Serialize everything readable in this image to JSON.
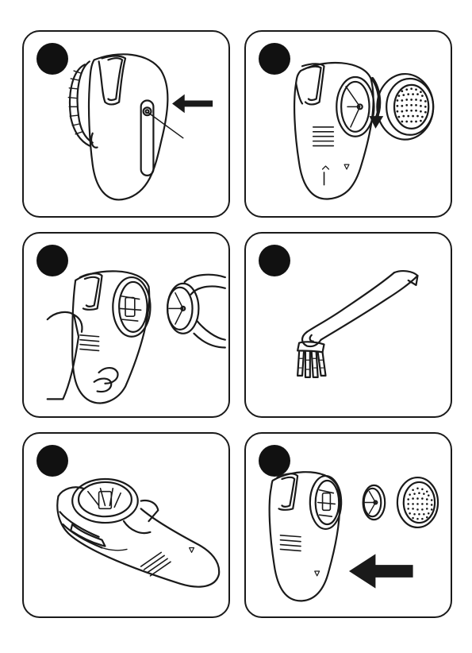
{
  "diagram": {
    "panels": [
      {
        "id": 1,
        "illustration": "lint-remover-power-switch",
        "arrow": "left"
      },
      {
        "id": 2,
        "illustration": "remove-shaver-head-cover",
        "arrow": "rotate-down"
      },
      {
        "id": 3,
        "illustration": "remove-blade",
        "arrow": ""
      },
      {
        "id": 4,
        "illustration": "cleaning-brush",
        "arrow": ""
      },
      {
        "id": 5,
        "illustration": "open-lint-compartment",
        "arrow": ""
      },
      {
        "id": 6,
        "illustration": "reassemble-parts",
        "arrow": "left"
      }
    ],
    "colors": {
      "stroke": "#1a1a1a",
      "badge": "#111111",
      "background": "#ffffff"
    }
  }
}
